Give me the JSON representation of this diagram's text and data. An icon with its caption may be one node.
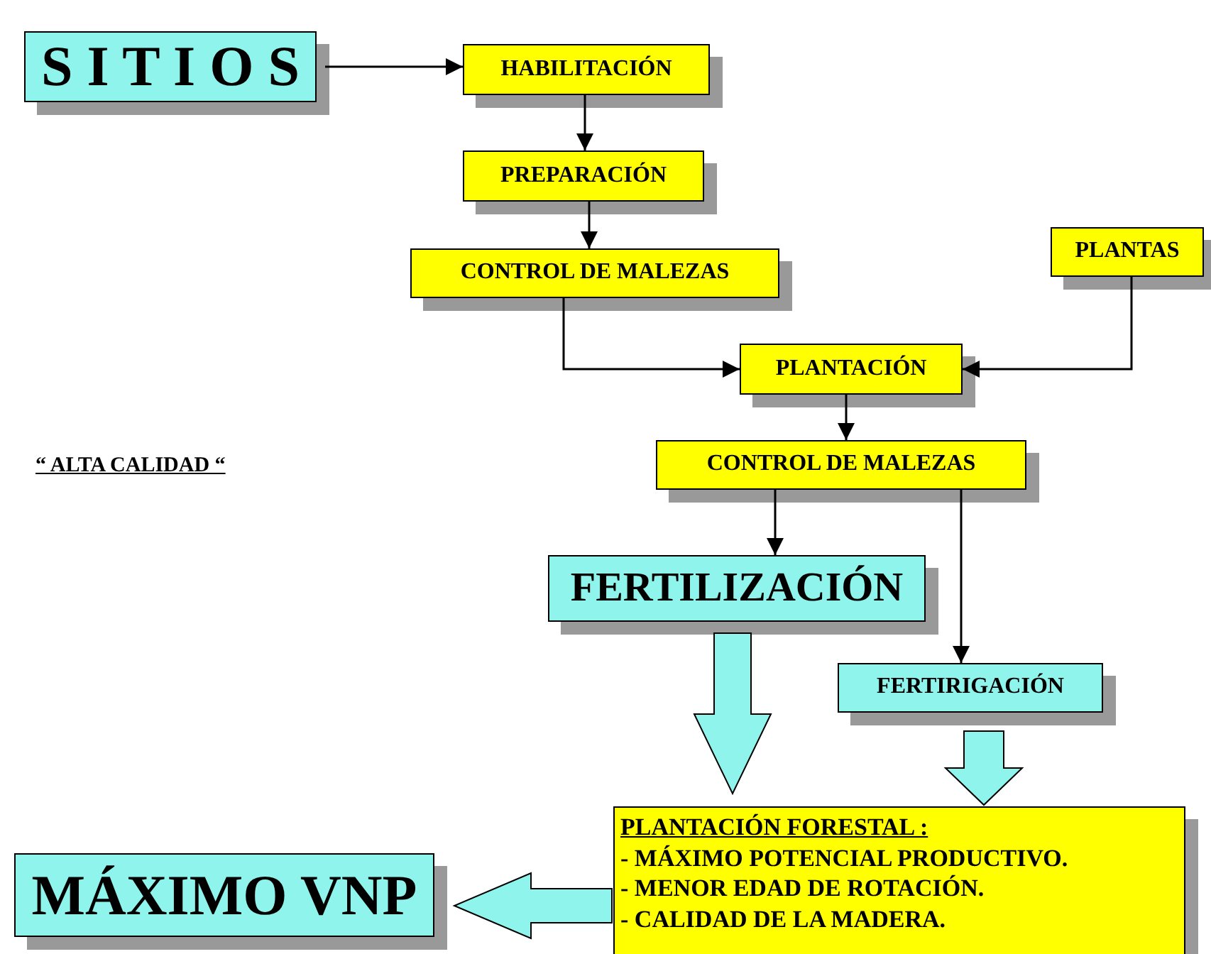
{
  "diagram": {
    "nodes": [
      {
        "text": [
          "S I T I O S"
        ]
      },
      {
        "text": [
          "HABILITACIÓN"
        ]
      },
      {
        "text": [
          "PREPARACIÓN"
        ]
      },
      {
        "text": [
          "CONTROL DE MALEZAS"
        ]
      },
      {
        "text": [
          "PLANTAS"
        ]
      },
      {
        "text": [
          "PLANTACIÓN"
        ]
      },
      {
        "text": [
          "CONTROL DE MALEZAS"
        ]
      },
      {
        "text": [
          "FERTILIZACIÓN"
        ]
      },
      {
        "text": [
          "FERTIRIGACIÓN"
        ]
      },
      {
        "text": [
          "PLANTACIÓN FORESTAL :",
          "- MÁXIMO POTENCIAL PRODUCTIVO.",
          "- MENOR EDAD DE ROTACIÓN.",
          "- CALIDAD DE LA MADERA."
        ]
      },
      {
        "text": [
          "MÁXIMO VNP"
        ]
      }
    ],
    "edges": [
      {
        "from": 0,
        "to": 1,
        "arrow": "to"
      },
      {
        "from": 1,
        "to": 2,
        "arrow": "to"
      },
      {
        "from": 2,
        "to": 3,
        "arrow": "to"
      },
      {
        "from": 3,
        "to": 5,
        "arrow": "to"
      },
      {
        "from": 4,
        "to": 5,
        "arrow": "to"
      },
      {
        "from": 5,
        "to": 6,
        "arrow": "to"
      },
      {
        "from": 6,
        "to": 7,
        "arrow": "to"
      },
      {
        "from": 6,
        "to": 8,
        "arrow": "to"
      },
      {
        "from": 7,
        "to": 9,
        "arrow": "to",
        "style": "thick",
        "color": "#8ff4ec"
      },
      {
        "from": 8,
        "to": 9,
        "arrow": "to",
        "style": "thick",
        "color": "#8ff4ec"
      },
      {
        "from": 9,
        "to": 10,
        "arrow": "to",
        "style": "thick",
        "color": "#8ff4ec"
      }
    ],
    "labels": [
      "“ ALTA CALIDAD “"
    ]
  }
}
